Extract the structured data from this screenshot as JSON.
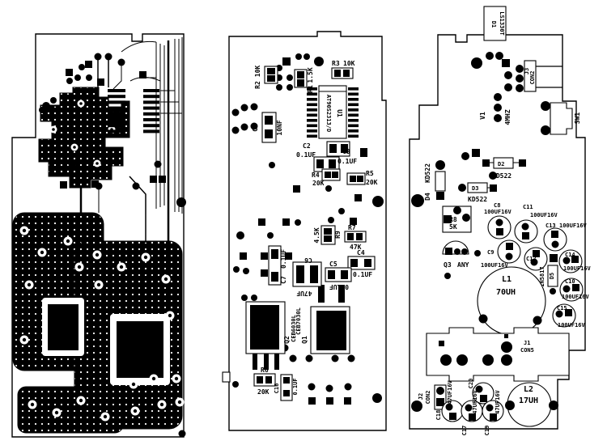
{
  "doc": {
    "type": "pcb-layout-printout",
    "boards": 3,
    "left_board": "copper-layer"
  },
  "colors": {
    "ink": "#000000",
    "bg": "#ffffff"
  },
  "mid": {
    "u1": {
      "ref": "U1",
      "chip": "AT90S2313/D"
    },
    "r1": {
      "ref": "R1",
      "val": "1.5K"
    },
    "r2": {
      "ref": "R2",
      "val": "10K"
    },
    "r3": {
      "ref": "R3",
      "val": "10K"
    },
    "r4": {
      "ref": "R4",
      "val": "20K"
    },
    "r5": {
      "ref": "R5",
      "val": "20K"
    },
    "r6": {
      "ref": "R6",
      "val": "20K"
    },
    "r7": {
      "ref": "R7",
      "val": "47K"
    },
    "r9": {
      "ref": "R9",
      "val": "4.5K"
    },
    "c1": {
      "ref": "C1",
      "val": "10NF"
    },
    "c2": {
      "ref": "C2",
      "val": "0.1UF"
    },
    "c3": {
      "ref": "C3",
      "val": "0.1UF"
    },
    "c4": {
      "ref": "C4",
      "val": "0.1UF"
    },
    "c5": {
      "ref": "C5",
      "val": "0.1UF"
    },
    "c6": {
      "ref": "C6",
      "val": "47UF"
    },
    "c7": {
      "ref": "C7",
      "val": "0.1UF"
    },
    "c16": {
      "ref": "C16",
      "val": "0.1UF"
    },
    "q1": {
      "ref": "Q1",
      "val": "CEB7030L"
    },
    "q2": {
      "ref": "Q2",
      "val": "CEB6030L"
    }
  },
  "right": {
    "d1": {
      "ref": "D1",
      "val": "LS1330T"
    },
    "v1": {
      "ref": "V1",
      "val": "4MHZ"
    },
    "j1": {
      "ref": "J1",
      "val": "CON5"
    },
    "j2": {
      "ref": "J2",
      "val": "CON2"
    },
    "j3": {
      "ref": "J3",
      "val": "CON2"
    },
    "sw1": {
      "ref": "SW1"
    },
    "d2": {
      "ref": "D2",
      "val": "KD522"
    },
    "d3": {
      "ref": "D3",
      "val": "KD522"
    },
    "d4": {
      "ref": "D4",
      "val": "KD522"
    },
    "d5": {
      "ref": "D5",
      "val": "1N5817"
    },
    "r8": {
      "ref": "R8",
      "val": "5K"
    },
    "q3": {
      "ref": "Q3",
      "val": "ANY"
    },
    "c8": {
      "ref": "C8",
      "val": "100UF16V"
    },
    "c9": {
      "ref": "C9",
      "val": "100UF16V"
    },
    "c10": {
      "ref": "C10",
      "val": "100UF16V"
    },
    "c11": {
      "ref": "C11",
      "val": "100UF16V"
    },
    "c12": {
      "ref": "C12"
    },
    "c13": {
      "ref": "C13",
      "val": "100UF16V"
    },
    "c14": {
      "ref": "C14",
      "val": "100UF16V"
    },
    "c15": {
      "ref": "C15",
      "val": "100UF16V"
    },
    "c17": {
      "ref": "C17",
      "val": "47UF16V"
    },
    "c18": {
      "ref": "C18",
      "val": "47UF16V"
    },
    "c19": {
      "ref": "C19",
      "val": "47UF16V"
    },
    "c20": {
      "ref": "C20"
    },
    "l1": {
      "ref": "L1",
      "val": "70UH"
    },
    "l2": {
      "ref": "L2",
      "val": "17UH"
    }
  }
}
